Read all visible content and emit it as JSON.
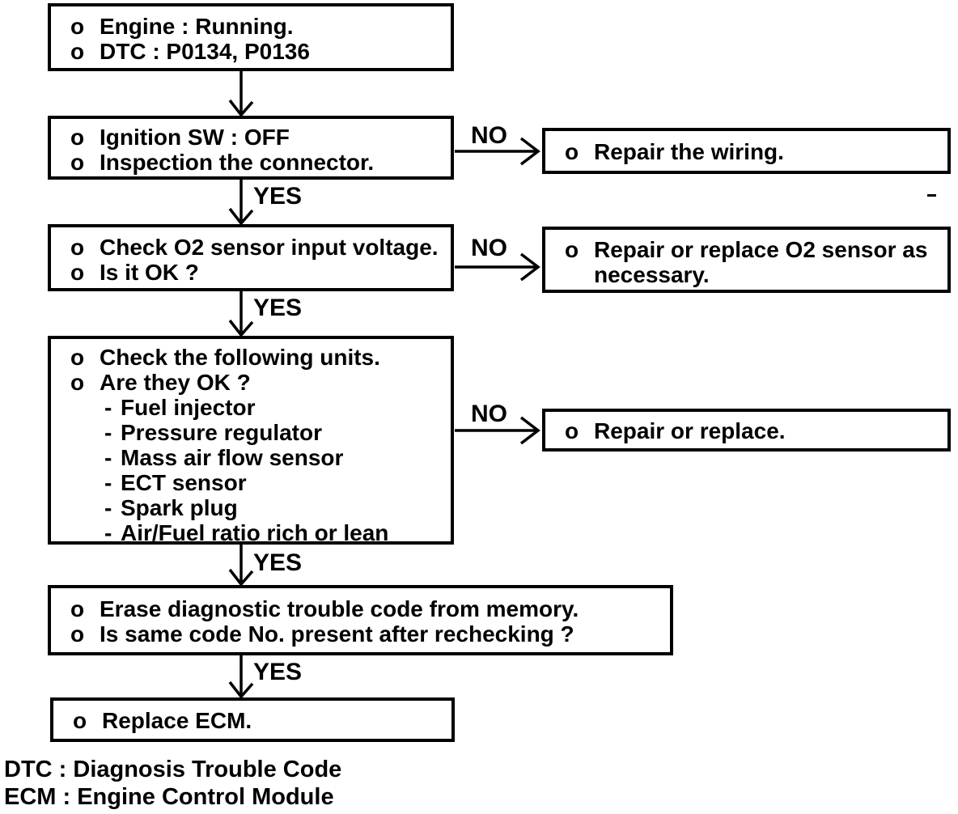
{
  "diagram": {
    "background": "#ffffff",
    "ink": "#000000",
    "boxes": {
      "start": {
        "lines": [
          {
            "bullet": "o",
            "text": "Engine : Running."
          },
          {
            "bullet": "o",
            "text": "DTC : P0134, P0136"
          }
        ]
      },
      "ignition_check": {
        "lines": [
          {
            "bullet": "o",
            "text": "Ignition SW : OFF"
          },
          {
            "bullet": "o",
            "text": "Inspection the connector."
          }
        ]
      },
      "o2_voltage_check": {
        "lines": [
          {
            "bullet": "o",
            "text": "Check O2 sensor input voltage."
          },
          {
            "bullet": "o",
            "text": "Is it OK ?"
          }
        ]
      },
      "units_check": {
        "lines": [
          {
            "bullet": "o",
            "text": "Check the following units."
          },
          {
            "bullet": "o",
            "text": "Are they OK ?"
          },
          {
            "bullet": "-",
            "text": "Fuel injector"
          },
          {
            "bullet": "-",
            "text": "Pressure regulator"
          },
          {
            "bullet": "-",
            "text": "Mass air flow sensor"
          },
          {
            "bullet": "-",
            "text": "ECT sensor"
          },
          {
            "bullet": "-",
            "text": "Spark plug"
          },
          {
            "bullet": "-",
            "text": "Air/Fuel ratio rich or lean"
          }
        ]
      },
      "erase_code": {
        "lines": [
          {
            "bullet": "o",
            "text": "Erase diagnostic trouble code from memory."
          },
          {
            "bullet": "o",
            "text": "Is same code No. present after rechecking ?"
          }
        ]
      },
      "replace_ecm": {
        "lines": [
          {
            "bullet": "o",
            "text": "Replace ECM."
          }
        ]
      },
      "repair_wiring": {
        "lines": [
          {
            "bullet": "o",
            "text": "Repair the wiring."
          }
        ]
      },
      "repair_o2_sensor": {
        "lines": [
          {
            "bullet": "o",
            "text": "Repair or replace O2 sensor as"
          },
          {
            "bullet": "",
            "text": "necessary."
          }
        ]
      },
      "repair_or_replace": {
        "lines": [
          {
            "bullet": "o",
            "text": "Repair or replace."
          }
        ]
      }
    },
    "connectors": {
      "yes_labels": [
        "YES",
        "YES",
        "YES",
        "YES"
      ],
      "no_labels": [
        "NO",
        "NO",
        "NO"
      ]
    },
    "footer": {
      "lines": [
        "DTC : Diagnosis Trouble Code",
        "ECM : Engine Control Module"
      ]
    }
  }
}
